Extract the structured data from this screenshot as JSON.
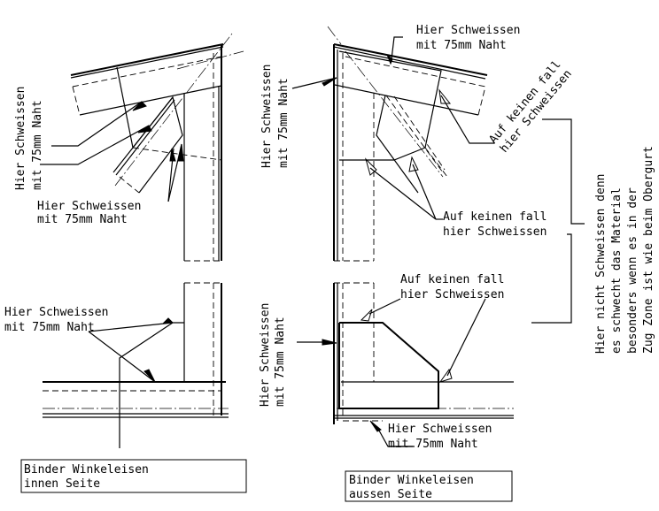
{
  "annotations": {
    "tl_vertical": [
      "Hier Schweissen",
      "mit 75mm Naht"
    ],
    "tl_lower": [
      "Hier Schweissen",
      "mit 75mm Naht"
    ],
    "tm_vertical": [
      "Hier Schweissen",
      "mit 75mm Naht"
    ],
    "tr_top": [
      "Hier Schweissen",
      "mit 75mm Naht"
    ],
    "tr_diagonal": [
      "Auf keinen fall",
      "hier Schweissen"
    ],
    "tr_mid": [
      "Auf keinen fall",
      "hier Schweissen"
    ],
    "right_note": [
      "Hier nicht Schweissen denn",
      "es schwecht das Material",
      "besonders wenn es in der",
      "Zug Zone ist wie beim Obergurt"
    ],
    "bl_left": [
      "Hier Schweissen",
      "mit 75mm Naht"
    ],
    "bm_vertical": [
      "Hier Schweissen",
      "mit 75mm Naht"
    ],
    "br_top": [
      "Auf keinen fall",
      "hier Schweissen"
    ],
    "br_bottom": [
      "Hier Schweissen",
      "mit 75mm Naht"
    ]
  },
  "title_boxes": {
    "inner": [
      "Binder Winkeleisen",
      "innen Seite"
    ],
    "outer": [
      "Binder Winkeleisen",
      "aussen Seite"
    ]
  }
}
